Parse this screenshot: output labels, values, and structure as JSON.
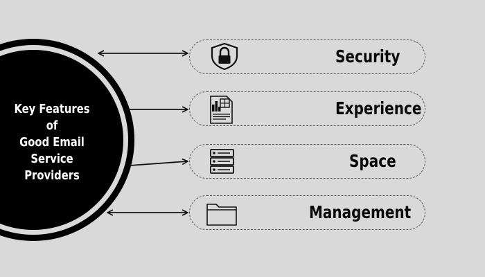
{
  "hub": {
    "title_lines": [
      "Key Features of",
      "Good Email",
      "Service",
      "Providers"
    ]
  },
  "features": [
    {
      "label": "Security",
      "icon": "padlock-shield-icon"
    },
    {
      "label": "Experience",
      "icon": "document-chart-icon"
    },
    {
      "label": "Space",
      "icon": "server-storage-icon"
    },
    {
      "label": "Management",
      "icon": "folder-icon"
    }
  ],
  "colors": {
    "background": "#d9d9d9",
    "hub_fill": "#000000",
    "hub_ring": "#000000",
    "arrow": "#111111",
    "box_border": "#555555",
    "text": "#0a0a0a"
  }
}
